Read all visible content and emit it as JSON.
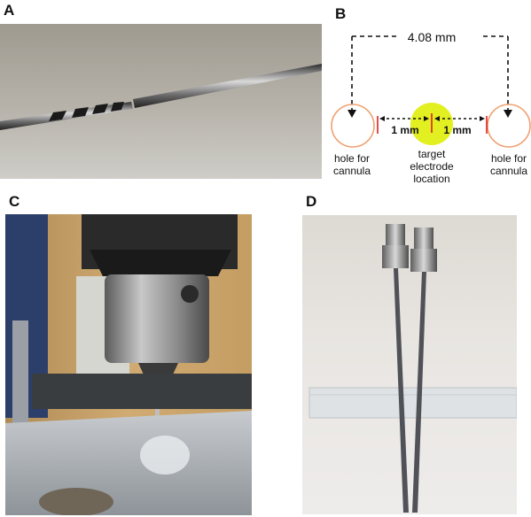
{
  "panels": {
    "a": {
      "letter": "A"
    },
    "b": {
      "letter": "B",
      "distance_label": "4.08 mm",
      "left_spacing_label": "1 mm",
      "right_spacing_label": "1 mm",
      "left_hole_label_line1": "hole for",
      "left_hole_label_line2": "cannula",
      "right_hole_label_line1": "hole for",
      "right_hole_label_line2": "cannula",
      "target_label_line1": "target",
      "target_label_line2": "electrode",
      "target_label_line3": "location"
    },
    "c": {
      "letter": "C"
    },
    "d": {
      "letter": "D"
    }
  },
  "colors": {
    "hole_outline": "#f0a070",
    "target_fill": "#e2ef20",
    "marker_red": "#dd2222"
  }
}
